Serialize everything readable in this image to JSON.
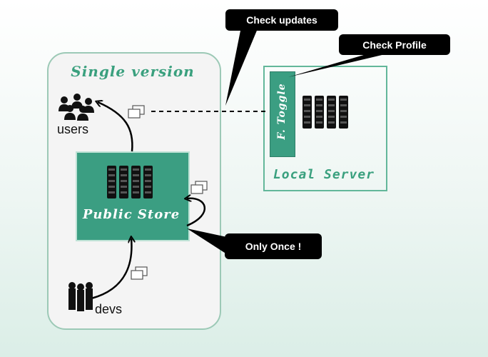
{
  "single_version": {
    "title": "Single version"
  },
  "public_store": {
    "label": "Public Store"
  },
  "local_server": {
    "label": "Local Server",
    "toggle_label": "F. Toggle"
  },
  "users": {
    "label": "users"
  },
  "devs": {
    "label": "devs"
  },
  "callouts": {
    "check_updates": "Check updates",
    "check_profile": "Check Profile",
    "only_once": "Only Once !"
  },
  "colors": {
    "accent_green": "#3b9e82",
    "title_green": "#3aa07e",
    "callout_bg": "#000000"
  },
  "icons": [
    "users-group-icon",
    "devs-group-icon",
    "server-rack-icon",
    "package-icon"
  ]
}
